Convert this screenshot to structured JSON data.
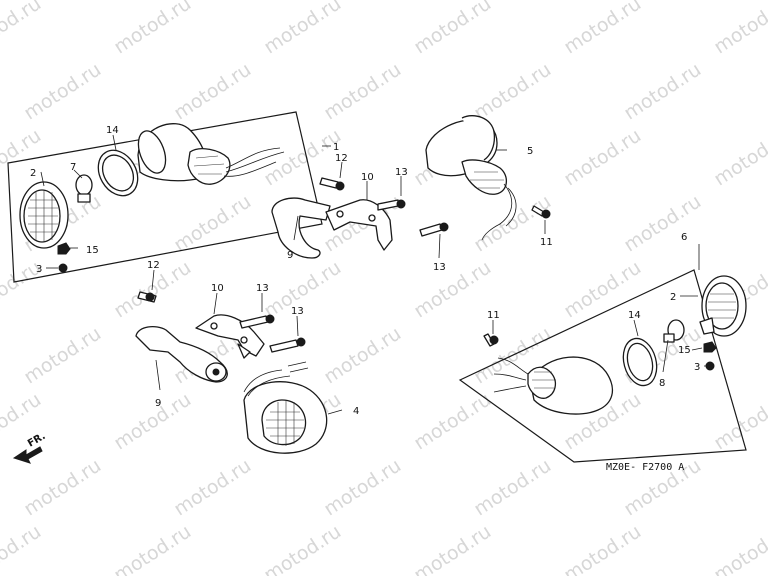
{
  "watermark": "motod.ru",
  "diagram_code": "MZ0E- F2700  A",
  "direction_label": "FR.",
  "callouts": {
    "c1": "1",
    "c2a": "2",
    "c2b": "2",
    "c3a": "3",
    "c3b": "3",
    "c4": "4",
    "c5": "5",
    "c6": "6",
    "c7": "7",
    "c8": "8",
    "c9a": "9",
    "c9b": "9",
    "c10a": "10",
    "c10b": "10",
    "c11a": "11",
    "c11b": "11",
    "c12a": "12",
    "c12b": "12",
    "c13a": "13",
    "c13b": "13",
    "c13c": "13",
    "c13d": "13",
    "c14a": "14",
    "c14b": "14",
    "c15a": "15",
    "c15b": "15"
  }
}
